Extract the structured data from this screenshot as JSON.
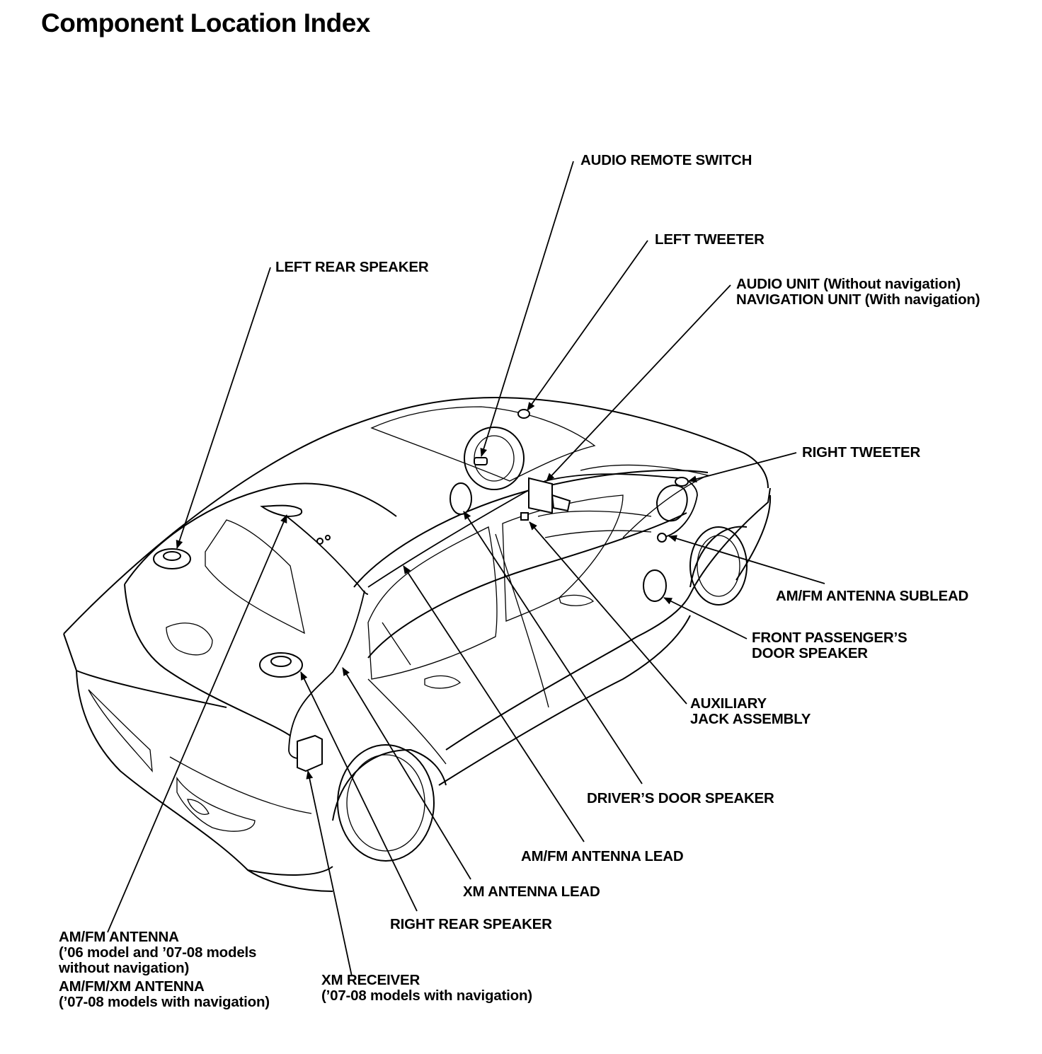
{
  "title": "Component Location Index",
  "labels": {
    "audio_remote_switch": [
      "AUDIO REMOTE SWITCH"
    ],
    "left_tweeter": [
      "LEFT TWEETER"
    ],
    "left_rear_speaker": [
      "LEFT REAR SPEAKER"
    ],
    "audio_unit": [
      "AUDIO UNIT (Without navigation)",
      "NAVIGATION UNIT (With navigation)"
    ],
    "right_tweeter": [
      "RIGHT TWEETER"
    ],
    "am_fm_antenna_sublead": [
      "AM/FM ANTENNA SUBLEAD"
    ],
    "front_passenger_door_speaker": [
      "FRONT PASSENGER’S",
      "DOOR SPEAKER"
    ],
    "auxiliary_jack_assembly": [
      "AUXILIARY",
      "JACK ASSEMBLY"
    ],
    "drivers_door_speaker": [
      "DRIVER’S DOOR SPEAKER"
    ],
    "am_fm_antenna_lead": [
      "AM/FM ANTENNA LEAD"
    ],
    "xm_antenna_lead": [
      "XM ANTENNA LEAD"
    ],
    "right_rear_speaker": [
      "RIGHT REAR SPEAKER"
    ],
    "am_fm_antenna": [
      "AM/FM ANTENNA",
      "(’06 model and ’07-08 models",
      "without navigation)"
    ],
    "am_fm_xm_antenna": [
      "AM/FM/XM ANTENNA",
      "(’07-08 models with navigation)"
    ],
    "xm_receiver": [
      "XM RECEIVER",
      "(’07-08 models with navigation)"
    ]
  }
}
